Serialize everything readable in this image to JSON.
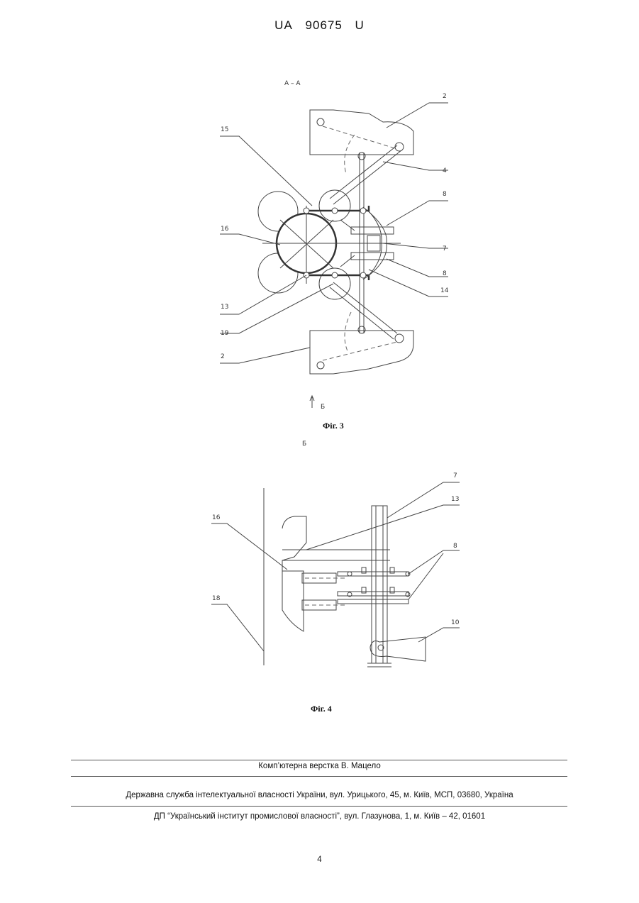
{
  "header": {
    "country": "UA",
    "number": "90675",
    "kind": "U"
  },
  "figure3": {
    "section_label": "A – A",
    "view_label": "Б",
    "caption": "Фіг. 3",
    "callouts": [
      "2",
      "4",
      "8",
      "7",
      "8",
      "14",
      "15",
      "16",
      "13",
      "19",
      "2"
    ]
  },
  "figure4": {
    "view_label": "Б",
    "caption": "Фіг. 4",
    "callouts": [
      "7",
      "13",
      "8",
      "16",
      "18",
      "10"
    ]
  },
  "footer": {
    "layout_credit": "Комп’ютерна верстка В. Мацело",
    "agency": "Державна служба інтелектуальної власності України, вул. Урицького, 45, м. Київ, МСП, 03680, Україна",
    "institute": "ДП “Український інститут промислової власності”, вул. Глазунова, 1, м. Київ – 42, 01601",
    "page_number": "4"
  }
}
